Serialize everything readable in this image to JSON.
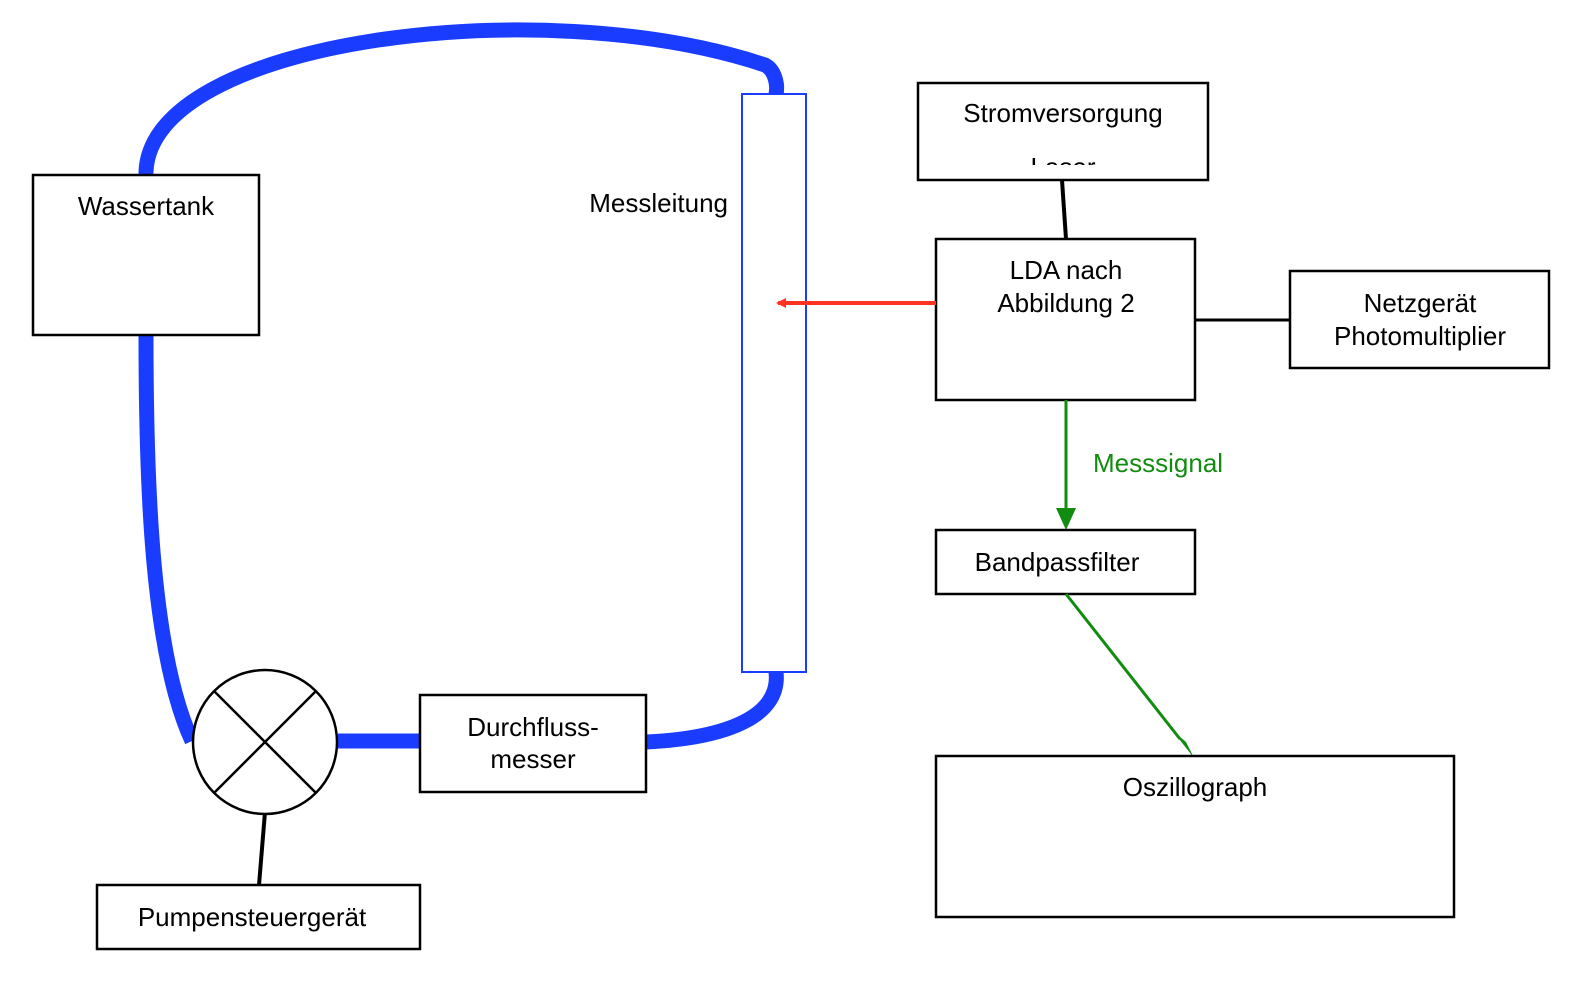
{
  "colors": {
    "water_line": "#1a3cff",
    "laser_beam": "#ff3322",
    "signal_line": "#118c11",
    "box_stroke": "#000000"
  },
  "boxes": {
    "wassertank": "Wassertank",
    "messleitung": "Messleitung",
    "stromversorgung_line1": "Stromversorgung",
    "stromversorgung_line2": "Laser",
    "lda_line1": "LDA nach",
    "lda_line2": "Abbildung 2",
    "netzgeraet_line1": "Netzgerät",
    "netzgeraet_line2": "Photomultiplier",
    "bandpassfilter": "Bandpassfilter",
    "oszillograph": "Oszillograph",
    "durchfluss_line1": "Durchfluss-",
    "durchfluss_line2": "messer",
    "pumpensteuergeraet": "Pumpensteuergerät"
  },
  "arrows": {
    "messsignal": "Messsignal"
  },
  "icons": {
    "pump": "pump-circle-x-icon"
  }
}
